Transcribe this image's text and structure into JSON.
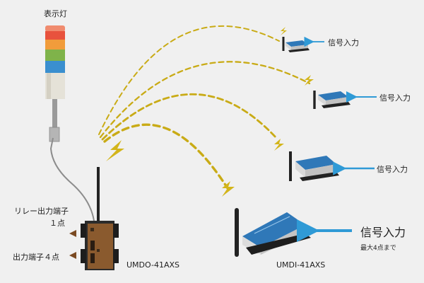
{
  "tower_light": {
    "label": "表示灯"
  },
  "output_device": {
    "model": "UMDO-41AXS",
    "relay_output_label": "リレー出力端子",
    "relay_output_count": "１点",
    "output_terminal_label": "出力端子４点"
  },
  "input_device": {
    "model": "UMDI-41AXS",
    "signal_label": "信号入力",
    "signal_note": "最大4点まで"
  },
  "remote_units": [
    {
      "signal_label": "信号入力"
    },
    {
      "signal_label": "信号入力"
    },
    {
      "signal_label": "信号入力"
    }
  ],
  "colors": {
    "wireless_link": "#c9ab16",
    "signal_arrow": "#2f9ad6",
    "device_blue": "#2f78b8",
    "output_body": "#8a5a2e",
    "light_red": "#e8523d",
    "light_orange": "#f19c3b",
    "light_green": "#7fb34a",
    "light_blue": "#3a8fcf"
  }
}
